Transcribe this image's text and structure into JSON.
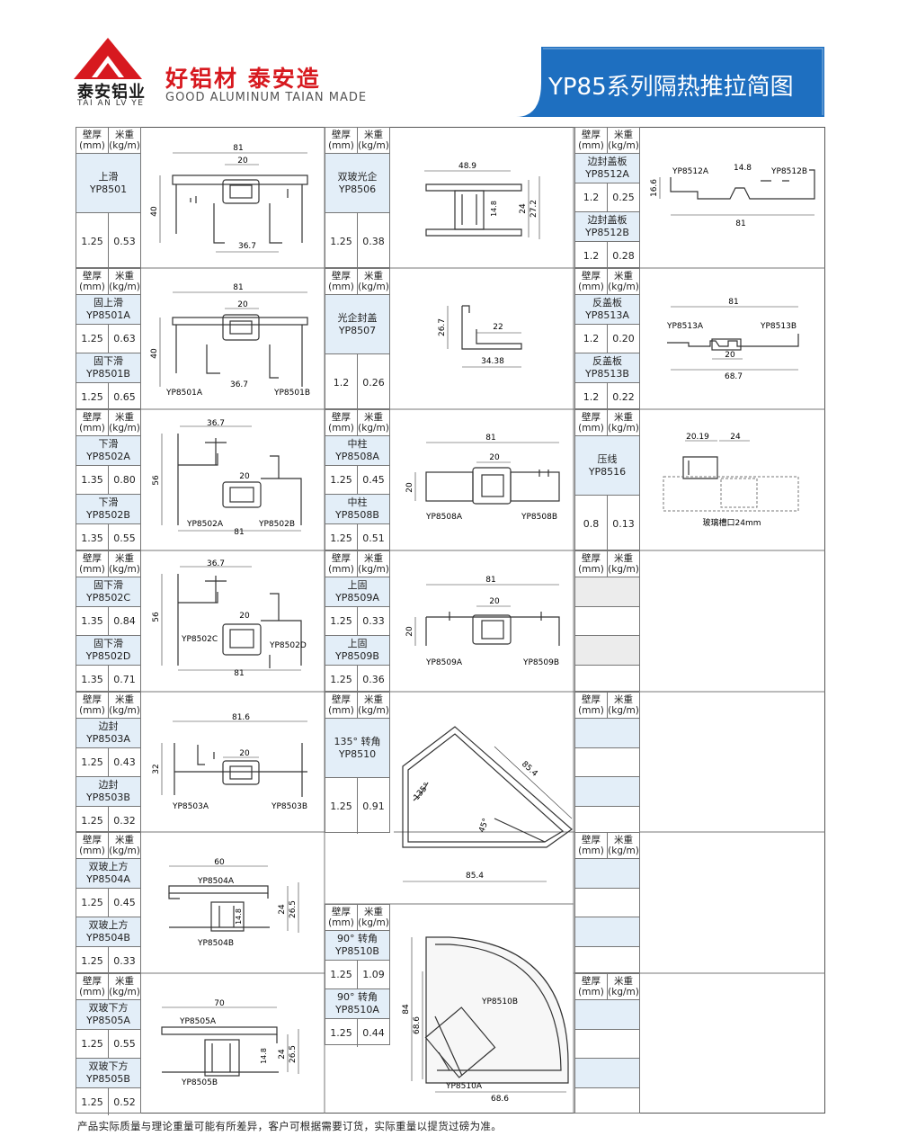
{
  "brand": {
    "name_cn": "泰安铝业",
    "name_en": "TAI AN LV YE",
    "slogan_cn": "好铝材 泰安造",
    "slogan_en": "GOOD ALUMINUM TAIAN MADE",
    "logo_color": "#d7191f"
  },
  "title": "YP85系列隔热推拉简图",
  "title_color": "#1e6fc0",
  "headers": {
    "thick": "壁厚",
    "thick_unit": "(mm)",
    "weight": "米重",
    "weight_unit": "(kg/m)"
  },
  "col1": [
    {
      "items": [
        {
          "name": "上滑",
          "code": "YP8501",
          "t": "1.25",
          "w": "0.53"
        }
      ]
    },
    {
      "items": [
        {
          "name": "固上滑",
          "code": "YP8501A",
          "t": "1.25",
          "w": "0.63"
        },
        {
          "name": "固下滑",
          "code": "YP8501B",
          "t": "1.25",
          "w": "0.65"
        }
      ]
    },
    {
      "items": [
        {
          "name": "下滑",
          "code": "YP8502A",
          "t": "1.35",
          "w": "0.80"
        },
        {
          "name": "下滑",
          "code": "YP8502B",
          "t": "1.35",
          "w": "0.55"
        }
      ]
    },
    {
      "items": [
        {
          "name": "固下滑",
          "code": "YP8502C",
          "t": "1.35",
          "w": "0.84"
        },
        {
          "name": "固下滑",
          "code": "YP8502D",
          "t": "1.35",
          "w": "0.71"
        }
      ]
    },
    {
      "items": [
        {
          "name": "边封",
          "code": "YP8503A",
          "t": "1.25",
          "w": "0.43"
        },
        {
          "name": "边封",
          "code": "YP8503B",
          "t": "1.25",
          "w": "0.32"
        }
      ]
    },
    {
      "items": [
        {
          "name": "双玻上方",
          "code": "YP8504A",
          "t": "1.25",
          "w": "0.45"
        },
        {
          "name": "双玻上方",
          "code": "YP8504B",
          "t": "1.25",
          "w": "0.33"
        }
      ]
    },
    {
      "items": [
        {
          "name": "双玻下方",
          "code": "YP8505A",
          "t": "1.25",
          "w": "0.55"
        },
        {
          "name": "双玻下方",
          "code": "YP8505B",
          "t": "1.25",
          "w": "0.52"
        }
      ]
    }
  ],
  "col2": [
    {
      "items": [
        {
          "name": "双玻光企",
          "code": "YP8506",
          "t": "1.25",
          "w": "0.38"
        }
      ]
    },
    {
      "items": [
        {
          "name": "光企封盖",
          "code": "YP8507",
          "t": "1.2",
          "w": "0.26"
        }
      ]
    },
    {
      "items": [
        {
          "name": "中柱",
          "code": "YP8508A",
          "t": "1.25",
          "w": "0.45"
        },
        {
          "name": "中柱",
          "code": "YP8508B",
          "t": "1.25",
          "w": "0.51"
        }
      ]
    },
    {
      "items": [
        {
          "name": "上固",
          "code": "YP8509A",
          "t": "1.25",
          "w": "0.33"
        },
        {
          "name": "上固",
          "code": "YP8509B",
          "t": "1.25",
          "w": "0.36"
        }
      ]
    },
    {
      "items": [
        {
          "name": "135° 转角",
          "code": "YP8510",
          "t": "1.25",
          "w": "0.91"
        }
      ]
    },
    {
      "items": [
        {
          "name": "90° 转角",
          "code": "YP8510B",
          "t": "1.25",
          "w": "1.09"
        },
        {
          "name": "90° 转角",
          "code": "YP8510A",
          "t": "1.25",
          "w": "0.44"
        }
      ]
    }
  ],
  "col3": [
    {
      "items": [
        {
          "name": "边封盖板",
          "code": "YP8512A",
          "t": "1.2",
          "w": "0.25"
        },
        {
          "name": "边封盖板",
          "code": "YP8512B",
          "t": "1.2",
          "w": "0.28"
        }
      ]
    },
    {
      "items": [
        {
          "name": "反盖板",
          "code": "YP8513A",
          "t": "1.2",
          "w": "0.20"
        },
        {
          "name": "反盖板",
          "code": "YP8513B",
          "t": "1.2",
          "w": "0.22"
        }
      ]
    },
    {
      "items": [
        {
          "name": "压线",
          "code": "YP8516",
          "t": "0.8",
          "w": "0.13"
        }
      ]
    }
  ],
  "dims": {
    "d81": "81",
    "d20": "20",
    "d40": "40",
    "d367": "36.7",
    "d56": "56",
    "d816": "81.6",
    "d32": "32",
    "d60": "60",
    "d70": "70",
    "d24": "24",
    "d265": "26.5",
    "d148": "14.8",
    "d489": "48.9",
    "d272": "27.2",
    "d267": "26.7",
    "d22": "22",
    "d3438": "34.38",
    "d854": "85.4",
    "d135": "135°",
    "d45": "45°",
    "d84": "84",
    "d686": "68.6",
    "d166": "16.6",
    "d687": "68.7",
    "d2019": "20.19"
  },
  "labels": {
    "l8501A": "YP8501A",
    "l8501B": "YP8501B",
    "l8502A": "YP8502A",
    "l8502B": "YP8502B",
    "l8502C": "YP8502C",
    "l8502D": "YP8502D",
    "l8503A": "YP8503A",
    "l8503B": "YP8503B",
    "l8504A": "YP8504A",
    "l8504B": "YP8504B",
    "l8505A": "YP8505A",
    "l8505B": "YP8505B",
    "l8508A": "YP8508A",
    "l8508B": "YP8508B",
    "l8509A": "YP8509A",
    "l8509B": "YP8509B",
    "l8510A": "YP8510A",
    "l8510B": "YP8510B",
    "l8512A": "YP8512A",
    "l8512B": "YP8512B",
    "l8513A": "YP8513A",
    "l8513B": "YP8513B",
    "glass": "玻璃槽口24mm"
  },
  "footer": "产品实际质量与理论重量可能有所差异，客户可根据需要订货，实际重量以提货过磅为准。"
}
